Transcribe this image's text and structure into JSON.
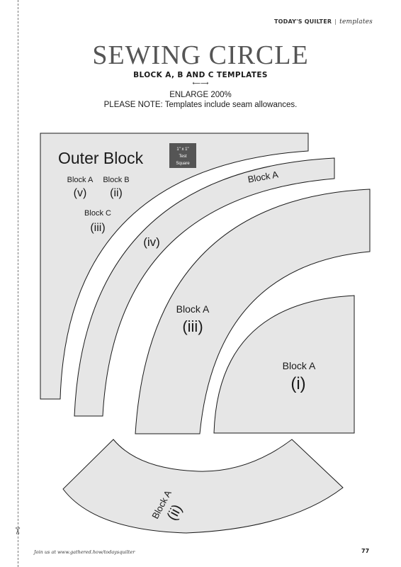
{
  "header": {
    "brand": "TODAY'S QUILTER",
    "section": "templates"
  },
  "title": "SEWING CIRCLE",
  "subtitle": "BLOCK A, B AND C TEMPLATES",
  "enlarge": "ENLARGE 200%",
  "note": "PLEASE NOTE: Templates include seam allowances.",
  "test_square": {
    "line1": "1\" x 1\"",
    "line2": "Test",
    "line3": "Square"
  },
  "outer_block": {
    "title": "Outer Block",
    "block_a": "Block A",
    "block_a_num": "(v)",
    "block_b": "Block B",
    "block_b_num": "(ii)",
    "block_c": "Block C",
    "block_c_num": "(iii)"
  },
  "arc_iv": {
    "label": "Block A",
    "num": "(iv)"
  },
  "arc_iii": {
    "label": "Block A",
    "num": "(iii)"
  },
  "quarter_i": {
    "label": "Block A",
    "num": "(i)"
  },
  "bottom_ii": {
    "label": "Block A",
    "num": "(ii)"
  },
  "footer": {
    "join_text": "Join us at www.gathered.how/todaysquilter",
    "page_number": "77"
  },
  "colors": {
    "template_fill": "#e6e6e6",
    "template_stroke": "#1a1a1a",
    "test_square": "#555555"
  }
}
